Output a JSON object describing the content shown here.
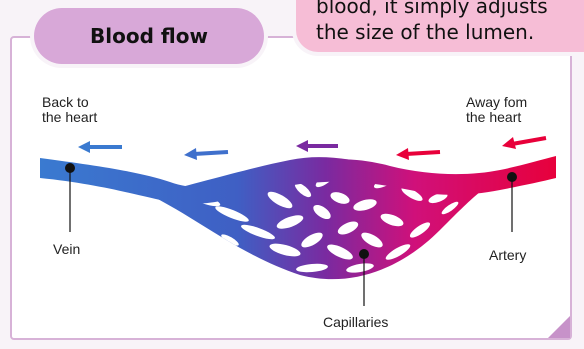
{
  "title": "Blood flow",
  "note_lines": [
    "blood, it simply adjusts",
    "the size of the lumen."
  ],
  "labels": {
    "back_to_heart": [
      "Back to",
      "the heart"
    ],
    "away_from_heart": [
      "Away fom",
      "the heart"
    ],
    "vein": "Vein",
    "artery": "Artery",
    "capillaries": "Capillaries"
  },
  "colors": {
    "vein": "#3a7ad0",
    "capillary_mid": "#7a2aa0",
    "artery": "#e8003a",
    "panel_border": "#d7b2d7",
    "title_tab": "#d8a8d8",
    "note_box": "#f6bdd6"
  }
}
